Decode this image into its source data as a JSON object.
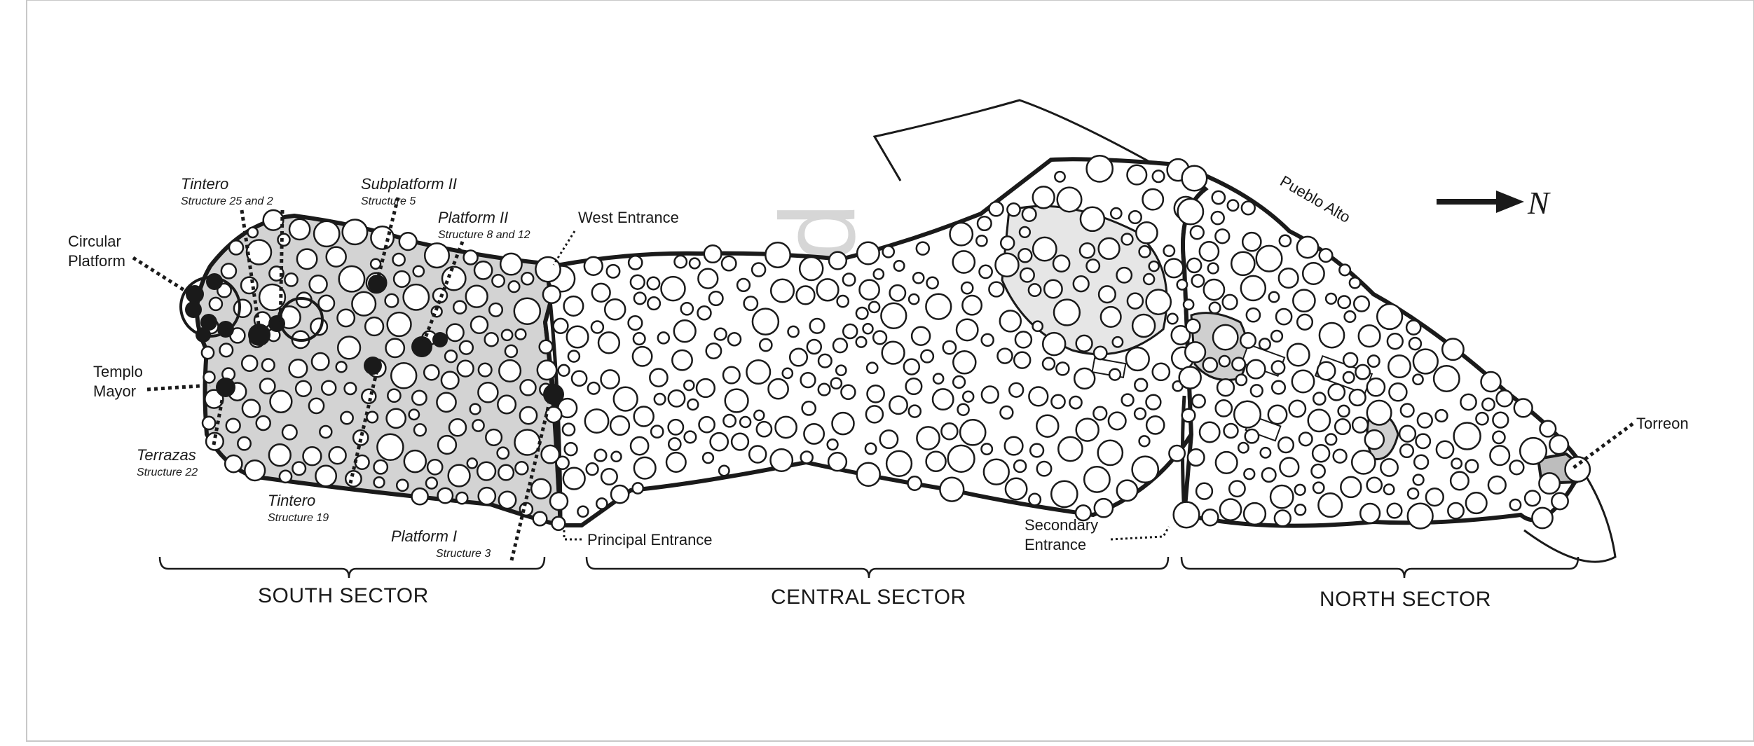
{
  "watermark": "proof",
  "north_symbol": "N",
  "labels": {
    "circular_platform": [
      "Circular",
      "Platform"
    ],
    "tintero_top": "Tintero",
    "tintero_top_sub": "Structure 25 and 2",
    "subplatform": "Subplatform II",
    "subplatform_sub": "Structure 5",
    "platform_ii": "Platform II",
    "platform_ii_sub": "Structure 8 and 12",
    "west_entrance": "West Entrance",
    "templo_mayor": [
      "Templo",
      "Mayor"
    ],
    "terrazas": "Terrazas",
    "terrazas_sub": "Structure 22",
    "tintero_bottom": "Tintero",
    "tintero_bottom_sub": "Structure 19",
    "platform_i": "Platform I",
    "platform_i_sub": "Structure 3",
    "principal_entrance": "Principal Entrance",
    "secondary_entrance": [
      "Secondary",
      "Entrance"
    ],
    "pueblo_alto": "Pueblo Alto",
    "torreon": "Torreon"
  },
  "sectors": {
    "south": "SOUTH SECTOR",
    "central": "CENTRAL SECTOR",
    "north": "NORTH SECTOR"
  },
  "colors": {
    "outline": "#1a1a1a",
    "south_fill": "#d3d3d3",
    "circle_fill": "#ffffff",
    "excavated_fill": "#1a1a1a",
    "watermark": "#d6d6d6"
  }
}
